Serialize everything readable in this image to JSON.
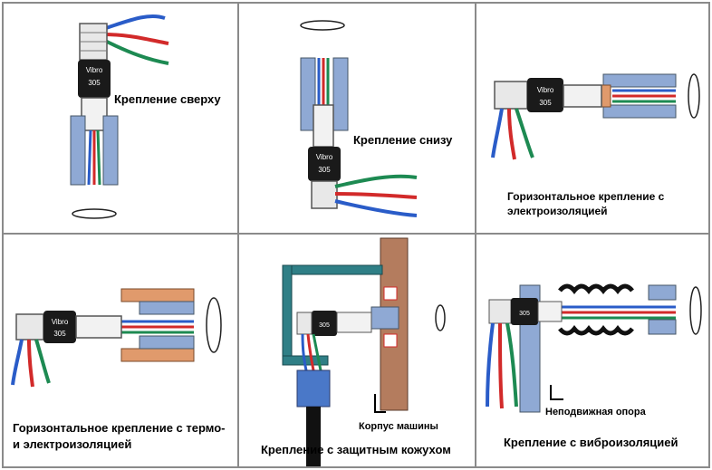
{
  "panels": [
    {
      "caption": "Крепление сверху"
    },
    {
      "caption": "Крепление снизу"
    },
    {
      "caption_line1": "Горизонтальное крепление с",
      "caption_line2": "электроизоляцией"
    },
    {
      "caption_line1": "Горизонтальное крепление с термо-",
      "caption_line2": "и электроизоляцией"
    },
    {
      "caption": "Крепление с защитным кожухом",
      "label": "Корпус машины"
    },
    {
      "caption": "Крепление с виброизоляцией",
      "label": "Неподвижная опора"
    }
  ],
  "sensor": {
    "brand": "Vibro",
    "model": "305"
  },
  "colors": {
    "blue_wire": "#2a5cc8",
    "red_wire": "#d22a2a",
    "green_wire": "#1d8a52",
    "housing_blue": "#8fa9d4",
    "insulator_orange": "#e09a6c",
    "shield_teal": "#2f7f86",
    "machine_brown": "#b47c5e"
  }
}
